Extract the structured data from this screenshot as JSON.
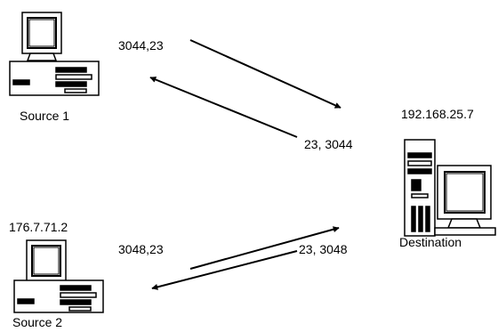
{
  "nodes": {
    "source1": {
      "label": "Source 1"
    },
    "source2": {
      "label": "Source 2",
      "ip": "176.7.71.2"
    },
    "destination": {
      "label": "Destination",
      "ip": "192.168.25.7"
    }
  },
  "connections": [
    {
      "from": "source1",
      "to": "destination",
      "label": "3044,23"
    },
    {
      "from": "destination",
      "to": "source1",
      "label": "23, 3044"
    },
    {
      "from": "source2",
      "to": "destination",
      "label": "3048,23"
    },
    {
      "from": "destination",
      "to": "source2",
      "label": "23, 3048"
    }
  ],
  "icons": {
    "source1": "desktop-computer-icon",
    "source2": "desktop-computer-icon",
    "destination": "tower-computer-icon"
  }
}
